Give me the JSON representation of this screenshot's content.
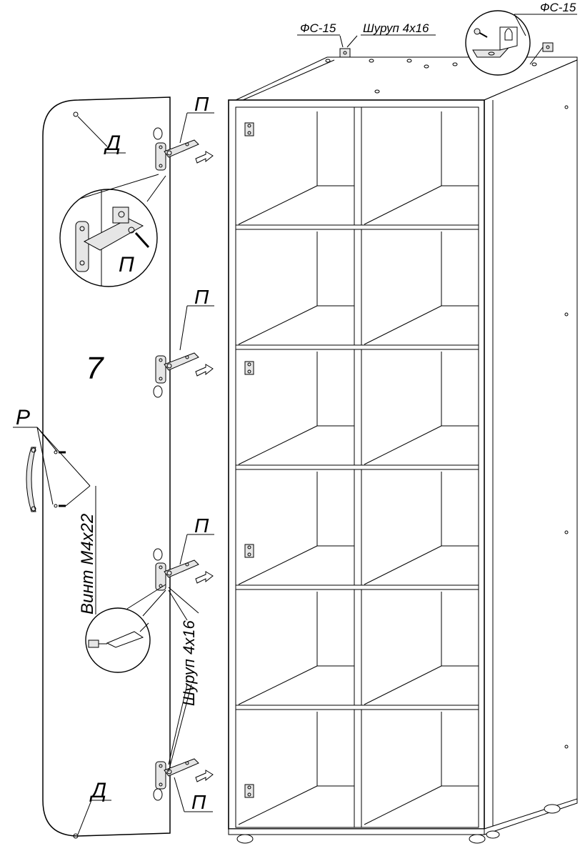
{
  "labels": {
    "hinge": "П",
    "panel_number": "7",
    "door_pin": "Д",
    "handle": "Р",
    "screw_m4x22": "Винт М4х22",
    "screw_4x16": "Шуруп 4х16",
    "bracket": "ФС-15"
  },
  "shelf_rows": 6,
  "columns": 2
}
